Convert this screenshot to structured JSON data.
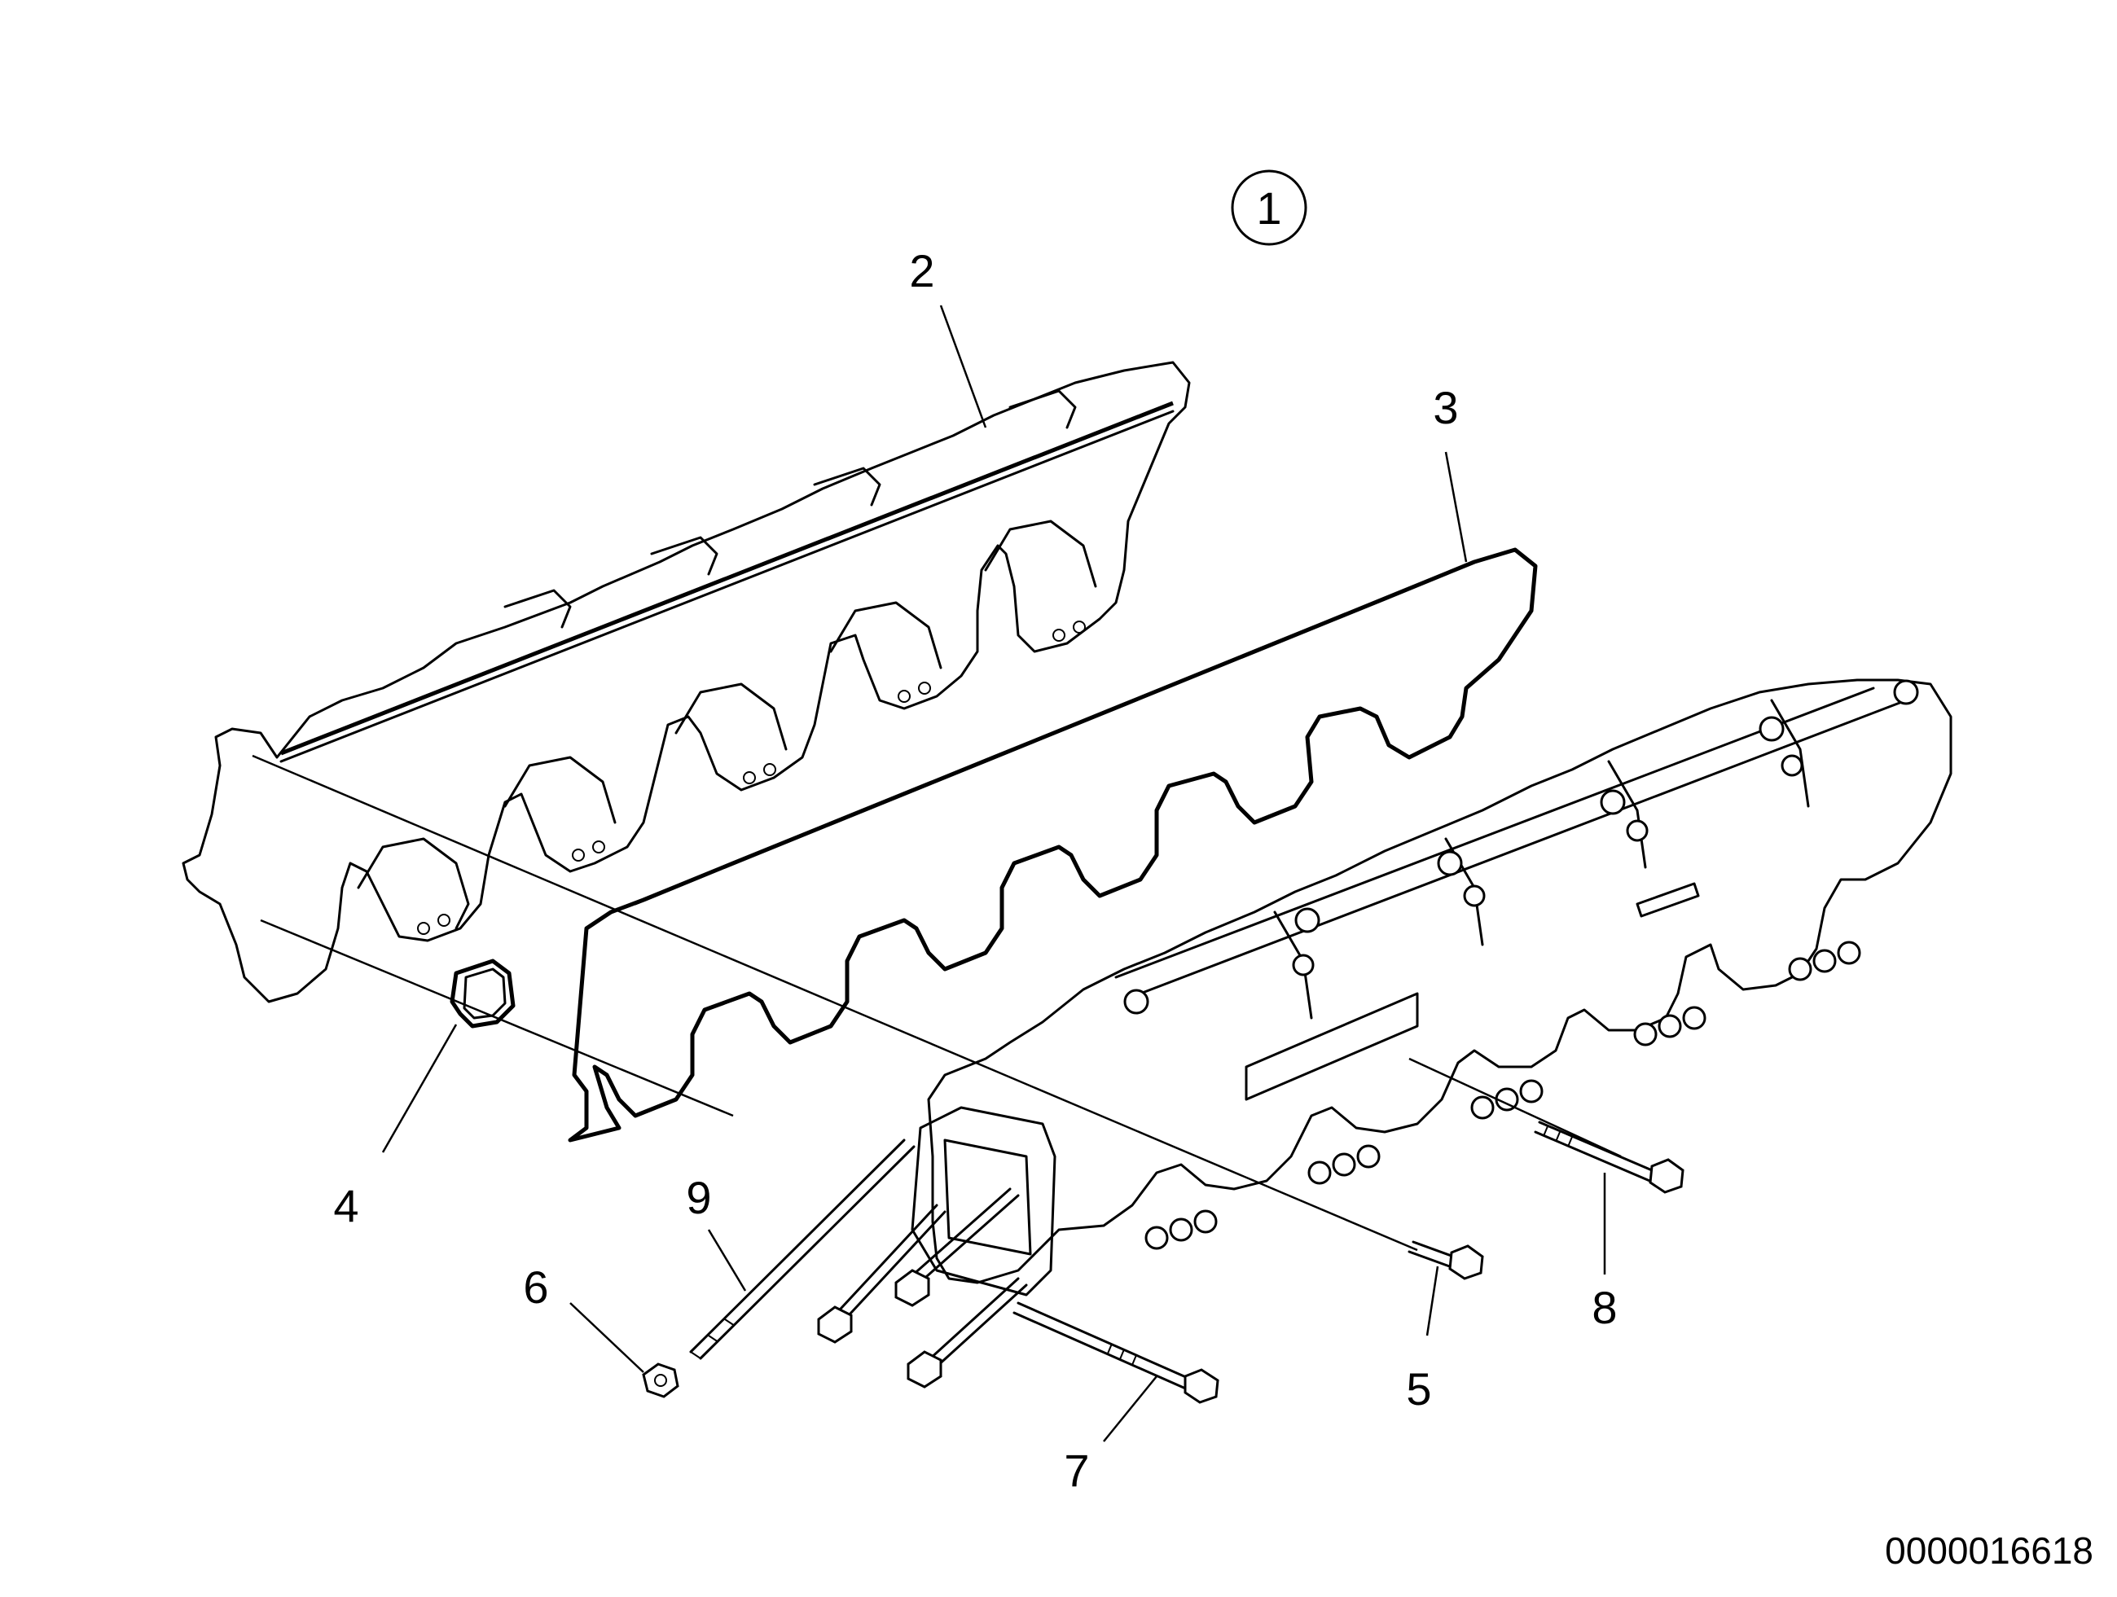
{
  "diagram": {
    "assembly_marker": "1",
    "callouts": [
      {
        "id": "callout-2",
        "label": "2"
      },
      {
        "id": "callout-3",
        "label": "3"
      },
      {
        "id": "callout-4",
        "label": "4"
      },
      {
        "id": "callout-5",
        "label": "5"
      },
      {
        "id": "callout-6",
        "label": "6"
      },
      {
        "id": "callout-7",
        "label": "7"
      },
      {
        "id": "callout-8",
        "label": "8"
      },
      {
        "id": "callout-9",
        "label": "9"
      }
    ],
    "document_id": "0000016618"
  }
}
